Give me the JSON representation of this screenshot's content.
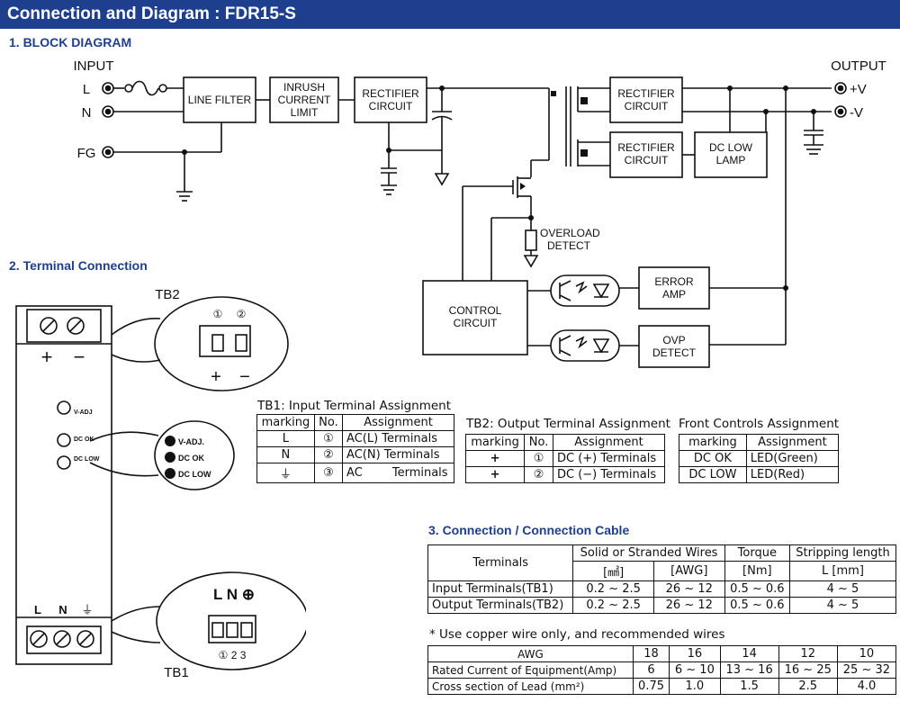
{
  "title": "Connection and Diagram : FDR15-S",
  "sections": {
    "block": "1. BLOCK DIAGRAM",
    "terminal": "2. Terminal Connection",
    "cable": "3. Connection / Connection Cable"
  },
  "block_diagram": {
    "input_label": "INPUT",
    "output_label": "OUTPUT",
    "l": "L",
    "n": "N",
    "fg": "FG",
    "pos_v": "+V",
    "neg_v": "-V",
    "line_filter": "LINE FILTER",
    "inrush": [
      "INRUSH",
      "CURRENT",
      "LIMIT"
    ],
    "rectifier": [
      "RECTIFIER",
      "CIRCUIT"
    ],
    "dc_low_lamp": [
      "DC LOW",
      "LAMP"
    ],
    "overload": [
      "OVERLOAD",
      "DETECT"
    ],
    "control": [
      "CONTROL",
      "CIRCUIT"
    ],
    "error_amp": [
      "ERROR",
      "AMP"
    ],
    "ovp": [
      "OVP",
      "DETECT"
    ]
  },
  "terminal_drawing": {
    "tb2": "TB2",
    "tb1": "TB1",
    "plus": "+",
    "minus": "−",
    "circ1": "①",
    "circ2": "②",
    "v_adj": "V-ADJ",
    "dc_ok": "DC OK",
    "dc_low": "DC LOW",
    "v_adj_zoom": "V-ADJ.",
    "dc_ok_zoom": "DC OK",
    "dc_low_zoom": "DC LOW",
    "bottom_l": "L",
    "bottom_n": "N",
    "bottom_fg": "⏚",
    "zoom_tb1_header": "L N ⊕",
    "zoom_tb1_nums": "① 2 3"
  },
  "tb1_table": {
    "caption": "TB1: Input Terminal Assignment",
    "headers": [
      "marking",
      "No.",
      "Assignment"
    ],
    "rows": [
      [
        "L",
        "①",
        "AC(L) Terminals"
      ],
      [
        "N",
        "②",
        "AC(N) Terminals"
      ],
      [
        "⏚",
        "③",
        "AC        Terminals"
      ]
    ]
  },
  "tb2_table": {
    "caption": "TB2: Output Terminal Assignment",
    "headers": [
      "marking",
      "No.",
      "Assignment"
    ],
    "rows": [
      [
        "+",
        "①",
        "DC (+) Terminals"
      ],
      [
        "+",
        "②",
        "DC (−) Terminals"
      ]
    ]
  },
  "front_table": {
    "caption": "Front Controls Assignment",
    "headers": [
      "marking",
      "Assignment"
    ],
    "rows": [
      [
        "DC OK",
        "LED(Green)"
      ],
      [
        "DC LOW",
        "LED(Red)"
      ]
    ]
  },
  "cable_table": {
    "headers": [
      "Terminals",
      "Solid or Stranded Wires",
      "Torque",
      "Stripping length"
    ],
    "subheaders": [
      "[㎟]",
      "[AWG]",
      "[Nm]",
      "L [mm]"
    ],
    "rows": [
      [
        "Input Terminals(TB1)",
        "0.2 ~ 2.5",
        "26 ~ 12",
        "0.5 ~ 0.6",
        "4 ~ 5"
      ],
      [
        "Output Terminals(TB2)",
        "0.2 ~ 2.5",
        "26 ~ 12",
        "0.5 ~ 0.6",
        "4 ~ 5"
      ]
    ]
  },
  "note": "* Use copper wire only, and recommended wires",
  "awg_table": {
    "header": [
      "AWG",
      "18",
      "16",
      "14",
      "12",
      "10"
    ],
    "rows": [
      [
        "Rated Current of Equipment(Amp)",
        "6",
        "6 ~ 10",
        "13 ~ 16",
        "16 ~ 25",
        "25 ~ 32"
      ],
      [
        "Cross section of Lead (mm²)",
        "0.75",
        "1.0",
        "1.5",
        "2.5",
        "4.0"
      ]
    ]
  }
}
